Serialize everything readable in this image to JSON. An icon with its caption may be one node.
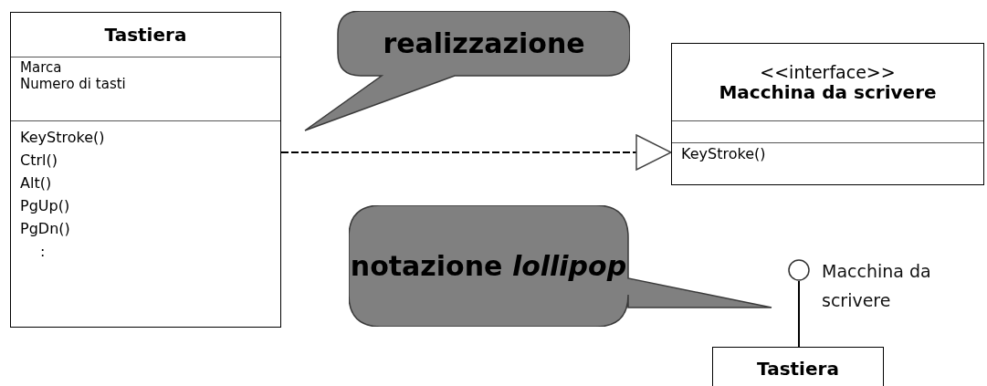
{
  "diagram": {
    "nodes": [
      {
        "text": [
          "Tastiera",
          "Marca",
          "Numero di tasti",
          "KeyStroke()",
          "Ctrl()",
          "Alt()",
          "PgUp()",
          "PgDn()",
          ":"
        ]
      },
      {
        "text": [
          "realizzazione"
        ]
      },
      {
        "text": [
          "<<interface>>",
          "Macchina da scrivere",
          "KeyStroke()"
        ]
      },
      {
        "text": [
          "notazione *lollipop*"
        ]
      },
      {
        "text": [],
        "shape": "circle",
        "beside": [
          "Macchina da scrivere"
        ]
      },
      {
        "text": [
          "Tastiera"
        ]
      }
    ],
    "edges": [
      {
        "from": 0,
        "to": 2,
        "arrow": "to",
        "style": "dashed"
      },
      {
        "from": 4,
        "to": 5,
        "arrow": "none"
      }
    ]
  }
}
